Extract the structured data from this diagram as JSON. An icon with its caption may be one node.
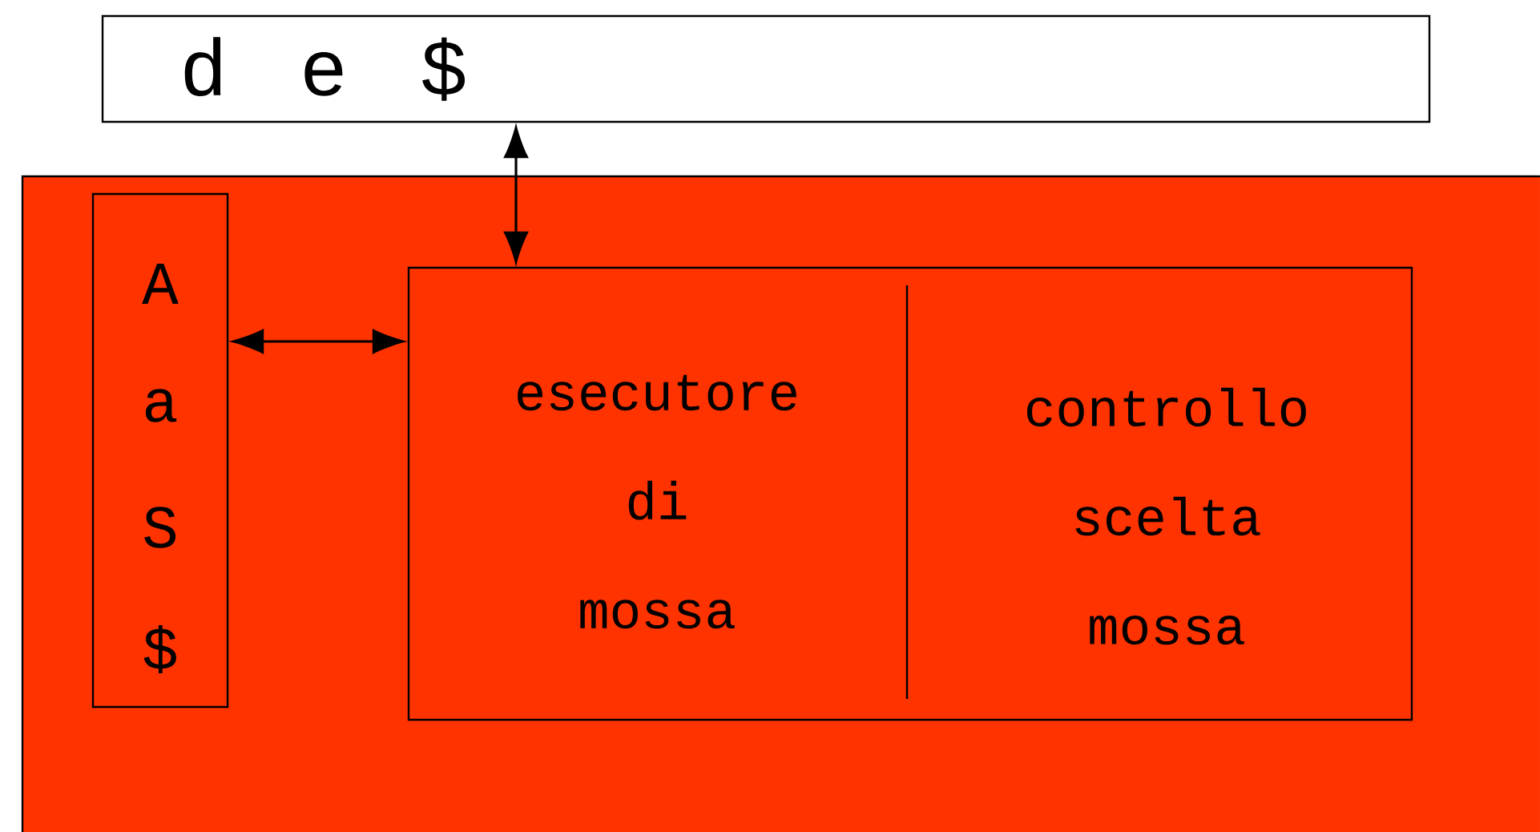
{
  "diagram": {
    "nodes": [
      {
        "text": [
          "d e $"
        ]
      },
      {
        "text": [],
        "shape": "box"
      },
      {
        "text": [
          "A",
          "a",
          "S",
          "$"
        ],
        "in": 1
      },
      {
        "text": [
          "esecutore di mossa",
          "controllo scelta mossa"
        ],
        "in": 1
      }
    ],
    "edges": [
      {
        "from": 0,
        "to": 3,
        "arrow": "both"
      },
      {
        "from": 2,
        "to": 3,
        "arrow": "both"
      }
    ]
  }
}
